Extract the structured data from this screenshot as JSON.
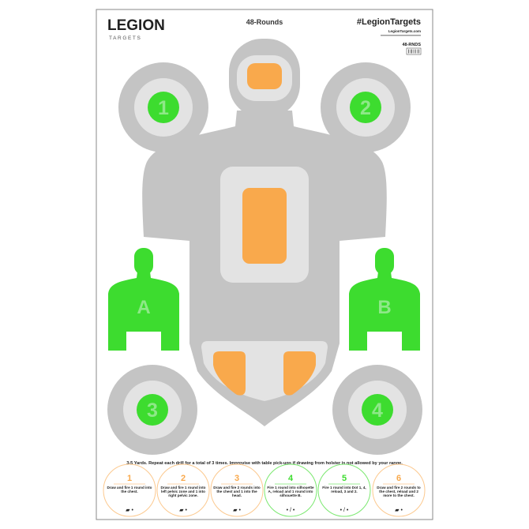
{
  "header": {
    "logo_text": "LEGION",
    "logo_sub": "TARGETS",
    "title": "48-Rounds",
    "hashtag": "#LegionTargets",
    "website": "LegionTargets.com",
    "sku": "48-RNDS"
  },
  "targets": {
    "dots": [
      "1",
      "2",
      "3",
      "4"
    ],
    "silhouettes": [
      "A",
      "B"
    ]
  },
  "colors": {
    "gray": "#c4c4c4",
    "light_gray": "#e3e3e3",
    "green": "#3ddc2f",
    "orange": "#f9a94c",
    "border": "#888888"
  },
  "instructions": "3-5 Yards. Repeat each drill for a total of 3 times. Improvise with table pick-ups if drawing from holster is not allowed by your range.",
  "drills": [
    {
      "number": "1",
      "color": "orange",
      "text": "Draw and fire 1 round into the chest."
    },
    {
      "number": "2",
      "color": "orange",
      "text": "Draw and fire 1 round into left pelvic zone and 1 into right pelvic zone."
    },
    {
      "number": "3",
      "color": "orange",
      "text": "Draw and fire 2 rounds into the chest and 1 into the head."
    },
    {
      "number": "4",
      "color": "green",
      "text": "Fire 1 round into silhouette A, reload and 1 round into silhouette B."
    },
    {
      "number": "5",
      "color": "green",
      "text": "Fire 1 round into Dot 1, 4, reload, 3 and 2."
    },
    {
      "number": "6",
      "color": "orange",
      "text": "Draw and fire 2 rounds to the chest, reload and 2 more to the chest."
    }
  ]
}
